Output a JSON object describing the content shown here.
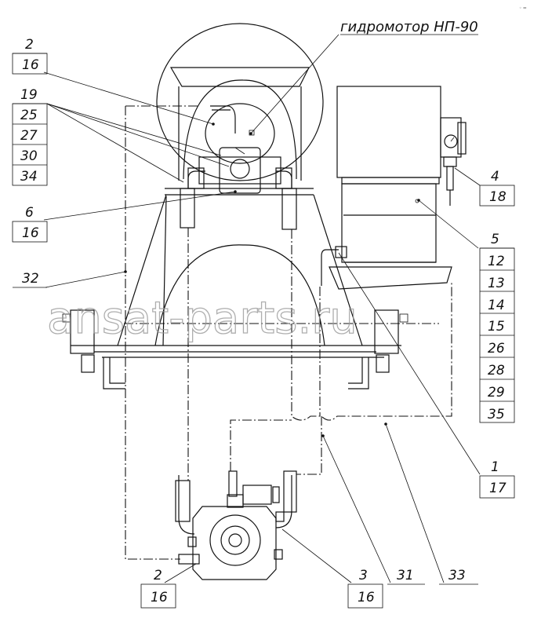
{
  "title_label": "гидромотор НП-90",
  "watermark": "ansat-parts.ru",
  "corner_mark": "◦ ═",
  "callouts": {
    "tl_pos": [
      "2",
      "19",
      "25",
      "27",
      "30",
      "34"
    ],
    "tl_qty": "16",
    "ml_pos": "6",
    "ml_qty": "16",
    "left_pos": "32",
    "r4_pos": "4",
    "r4_qty": "18",
    "r5_list": [
      "5",
      "12",
      "13",
      "14",
      "15",
      "26",
      "28",
      "29",
      "35"
    ],
    "r1_pos": "1",
    "r1_qty": "17",
    "b2_pos": "2",
    "b2_qty": "16",
    "b3_pos": "3",
    "b3_qty": "16",
    "b31": "31",
    "b33": "33"
  }
}
